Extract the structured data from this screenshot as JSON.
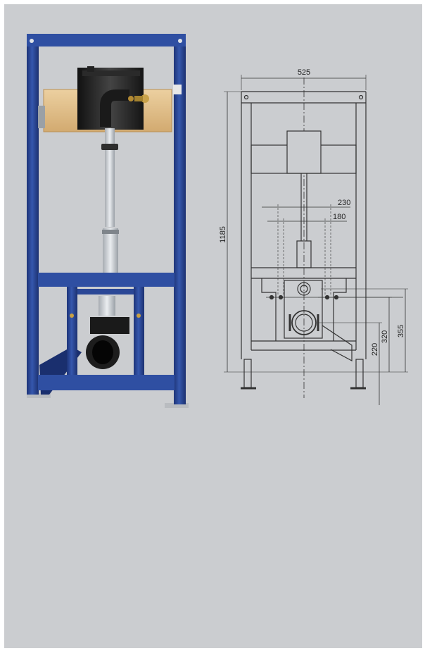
{
  "drawing": {
    "dimensions": {
      "total_width": "525",
      "frame_height": "1185",
      "bolt_spacing_outer": "230",
      "bolt_spacing_inner": "180",
      "height_355": "355",
      "height_320": "320",
      "height_220": "220"
    }
  },
  "colors": {
    "panel_bg": "#cbcdd0",
    "frame_blue": "#2a4796",
    "wood": "#e2c08a",
    "line": "#333333"
  }
}
